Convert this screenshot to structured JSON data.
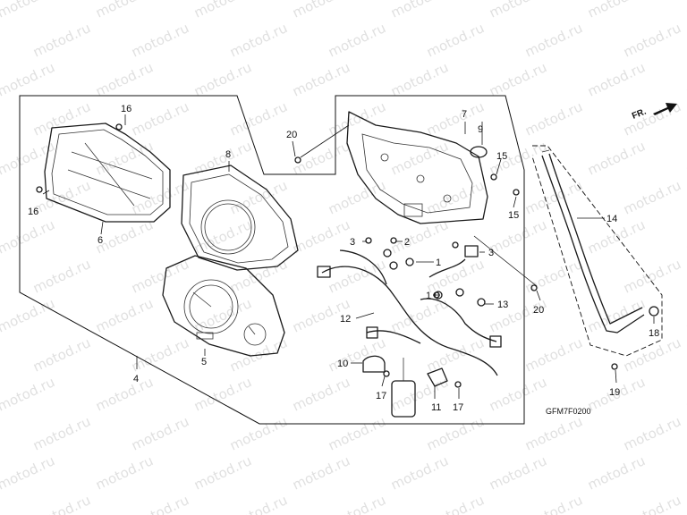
{
  "diagram": {
    "drawing_code": "GFM7F0200",
    "direction_label": "FR.",
    "watermark": "motod.ru",
    "callouts": [
      {
        "id": "c16a",
        "label": "16"
      },
      {
        "id": "c16b",
        "label": "16"
      },
      {
        "id": "c6",
        "label": "6"
      },
      {
        "id": "c8",
        "label": "8"
      },
      {
        "id": "c5",
        "label": "5"
      },
      {
        "id": "c4",
        "label": "4"
      },
      {
        "id": "c20a",
        "label": "20"
      },
      {
        "id": "c7",
        "label": "7"
      },
      {
        "id": "c9",
        "label": "9"
      },
      {
        "id": "c15a",
        "label": "15"
      },
      {
        "id": "c15b",
        "label": "15"
      },
      {
        "id": "c3a",
        "label": "3"
      },
      {
        "id": "c2",
        "label": "2"
      },
      {
        "id": "c1a",
        "label": "1"
      },
      {
        "id": "c3b",
        "label": "3"
      },
      {
        "id": "c1b",
        "label": "1"
      },
      {
        "id": "c13",
        "label": "13"
      },
      {
        "id": "c12",
        "label": "12"
      },
      {
        "id": "c10",
        "label": "10"
      },
      {
        "id": "c17a",
        "label": "17"
      },
      {
        "id": "c11",
        "label": "11"
      },
      {
        "id": "c17b",
        "label": "17"
      },
      {
        "id": "c20b",
        "label": "20"
      },
      {
        "id": "c14",
        "label": "14"
      },
      {
        "id": "c18",
        "label": "18"
      },
      {
        "id": "c19",
        "label": "19"
      }
    ]
  }
}
